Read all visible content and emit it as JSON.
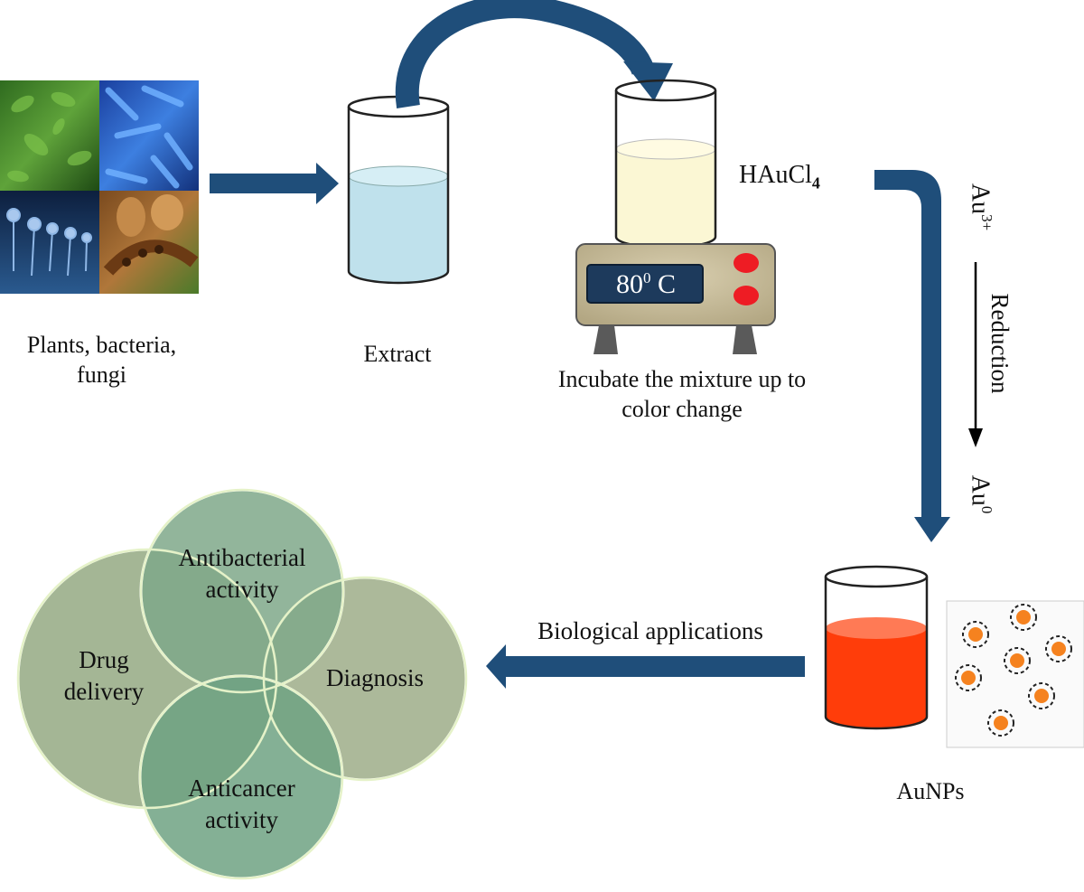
{
  "labels": {
    "sources": "Plants, bacteria, fungi",
    "extract": "Extract",
    "hauCl4_base": "HAuCl",
    "hauCl4_sub": "4",
    "temperature_base": "80",
    "temperature_sup": "0",
    "temperature_unit": " C",
    "incubate": "Incubate the mixture up to color change",
    "au3_base": "Au",
    "au3_sup": "3+",
    "reduction": "Reduction",
    "au0_base": "Au",
    "au0_sup": "0",
    "aunps": "AuNPs",
    "biological_applications": "Biological applications"
  },
  "applications": {
    "antibacterial": "Antibacterial activity",
    "drug_delivery": "Drug delivery",
    "diagnosis": "Diagnosis",
    "anticancer": "Anticancer activity"
  },
  "colors": {
    "arrow_blue": "#1f4e7a",
    "extract_liquid": "#bfe1ec",
    "mixture_liquid": "#fbf7d4",
    "aunp_liquid": "#ff3d0a",
    "hotplate_body": "#c6bb98",
    "hotplate_display": "#1d3a5c",
    "knob_red": "#ee1c24",
    "circle_green": "#8fa98a",
    "circle_overlap": "#5f9e6e"
  }
}
